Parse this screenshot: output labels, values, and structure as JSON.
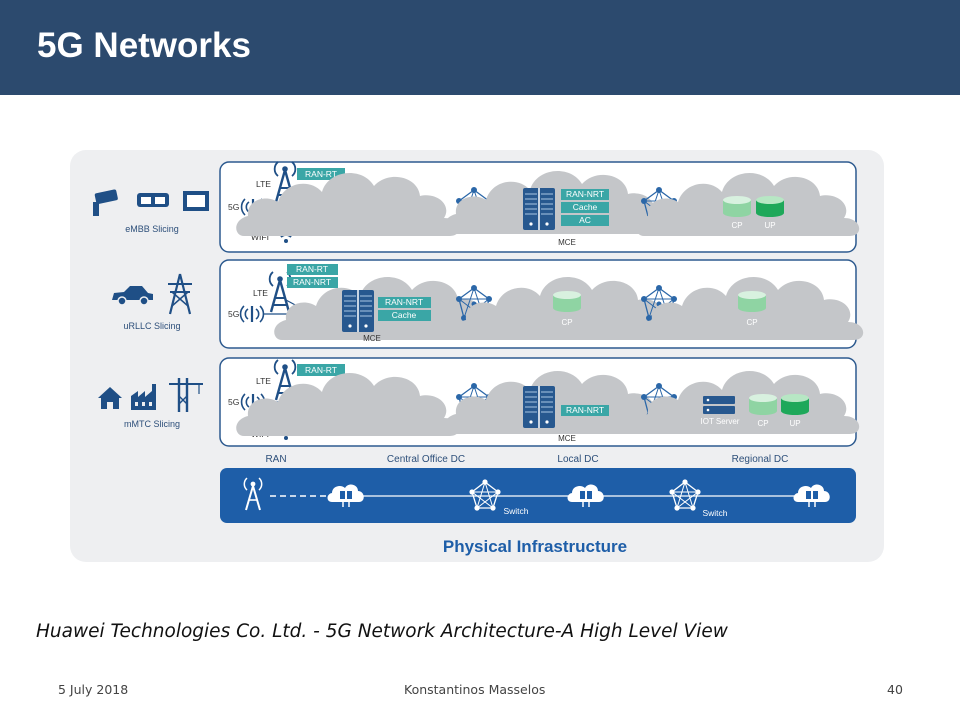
{
  "slide": {
    "title": "5G Networks"
  },
  "diagram": {
    "slices": [
      {
        "label": "eMBB Slicing",
        "access": [
          "LTE",
          "5G",
          "WIFI"
        ],
        "ran_boxes": [
          "RAN-RT"
        ],
        "mce_boxes": [
          "RAN-NRT",
          "Cache",
          "AC"
        ],
        "mce_label": "MCE",
        "regional": [
          "CP",
          "UP"
        ]
      },
      {
        "label": "uRLLC Slicing",
        "access": [
          "LTE",
          "5G"
        ],
        "ran_boxes": [
          "RAN-RT",
          "RAN-NRT"
        ],
        "mce_boxes": [
          "RAN-NRT",
          "Cache"
        ],
        "mce_label": "MCE",
        "local": [
          "CP"
        ],
        "regional": [
          "CP"
        ]
      },
      {
        "label": "mMTC Slicing",
        "access": [
          "LTE",
          "5G",
          "WIFI"
        ],
        "ran_boxes": [
          "RAN-RT"
        ],
        "mce_boxes": [
          "RAN-NRT"
        ],
        "mce_label": "MCE",
        "regional_server": "IOT Server",
        "regional": [
          "CP",
          "UP"
        ]
      }
    ],
    "columns": [
      "RAN",
      "Central Office DC",
      "Local DC",
      "Regional DC"
    ],
    "infrastructure": {
      "switch_labels": [
        "Switch",
        "Switch"
      ],
      "title": "Physical Infrastructure"
    }
  },
  "caption": "Huawei Technologies Co. Ltd. - 5G Network Architecture-A High Level View",
  "footer": {
    "date": "5 July 2018",
    "author": "Konstantinos Masselos",
    "page": "40"
  }
}
